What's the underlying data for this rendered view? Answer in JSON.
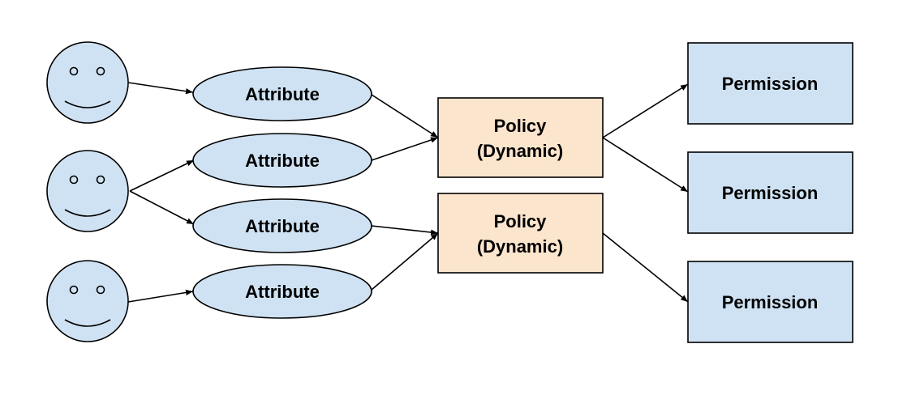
{
  "colors": {
    "user_fill": "#cfe2f3",
    "attribute_fill": "#cfe2f3",
    "policy_fill": "#fce5cd",
    "permission_fill": "#cfe2f3",
    "stroke": "#000000",
    "background": "#ffffff"
  },
  "users": [
    {
      "icon": "smiley-face-icon"
    },
    {
      "icon": "smiley-face-icon"
    },
    {
      "icon": "smiley-face-icon"
    }
  ],
  "attributes": [
    {
      "label": "Attribute"
    },
    {
      "label": "Attribute"
    },
    {
      "label": "Attribute"
    },
    {
      "label": "Attribute"
    }
  ],
  "policies": [
    {
      "line1": "Policy",
      "line2": "(Dynamic)"
    },
    {
      "line1": "Policy",
      "line2": "(Dynamic)"
    }
  ],
  "permissions": [
    {
      "label": "Permission"
    },
    {
      "label": "Permission"
    },
    {
      "label": "Permission"
    }
  ],
  "edges": [
    {
      "from": "user-1",
      "to": "attribute-1"
    },
    {
      "from": "user-2",
      "to": "attribute-2"
    },
    {
      "from": "user-2",
      "to": "attribute-3"
    },
    {
      "from": "user-3",
      "to": "attribute-4"
    },
    {
      "from": "attribute-1",
      "to": "policy-1"
    },
    {
      "from": "attribute-2",
      "to": "policy-1"
    },
    {
      "from": "attribute-3",
      "to": "policy-2"
    },
    {
      "from": "attribute-4",
      "to": "policy-2"
    },
    {
      "from": "policy-1",
      "to": "permission-1"
    },
    {
      "from": "policy-1",
      "to": "permission-2"
    },
    {
      "from": "policy-2",
      "to": "permission-3"
    }
  ]
}
